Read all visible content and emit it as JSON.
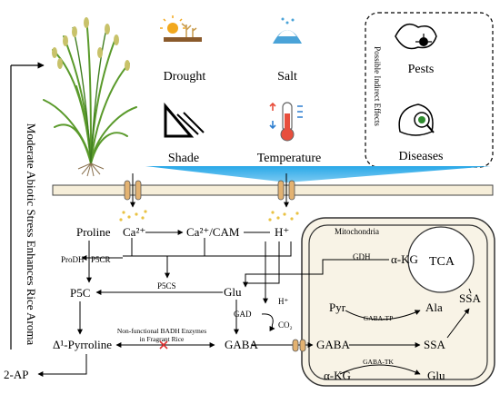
{
  "stressors": {
    "drought": "Drought",
    "salt": "Salt",
    "shade": "Shade",
    "temperature": "Temperature",
    "pests": "Pests",
    "diseases": "Diseases",
    "indirect_box_label": "Possible Indirect Effects"
  },
  "side_label": "Moderate Abiotic Stress Enhances Rice Aroma",
  "pathway": {
    "proline": "Proline",
    "prodh": "ProDH",
    "p5cr": "P5CR",
    "p5c": "P5C",
    "pyrroline": "Δ¹-Pyrroline",
    "two_ap": "2-AP",
    "calcium": "Ca²⁺",
    "ca_cam": "Ca²⁺/CAM",
    "proton": "H⁺",
    "p5cs": "P5CS",
    "glu": "Glu",
    "gad": "GAD",
    "gad_h": "H⁺",
    "co2": "CO₂",
    "gaba": "GABA",
    "badh_line1": "Non-functional BADH Enzymes",
    "badh_line2": "in Fragrant Rice"
  },
  "mitochondria": {
    "title": "Mitochondria",
    "gdh": "GDH",
    "akg_top": "α-KG",
    "tca": "TCA",
    "ssa_right": "SSA",
    "pyr": "Pyr",
    "ala": "Ala",
    "gaba_tp": "GABA-TP",
    "gaba": "GABA",
    "ssa": "SSA",
    "gaba_tk": "GABA-TK",
    "akg_bottom": "α-KG",
    "glu": "Glu"
  },
  "colors": {
    "light_beam": "#29a8e8",
    "membrane_fill": "#f6eed9",
    "membrane_stroke": "#444444",
    "channel": "#e3b271",
    "mito_fill": "#f8f3e6",
    "calcium_dots": "#e9c243",
    "cross_mark": "#e03030",
    "plant_green": "#5a9a2b"
  }
}
